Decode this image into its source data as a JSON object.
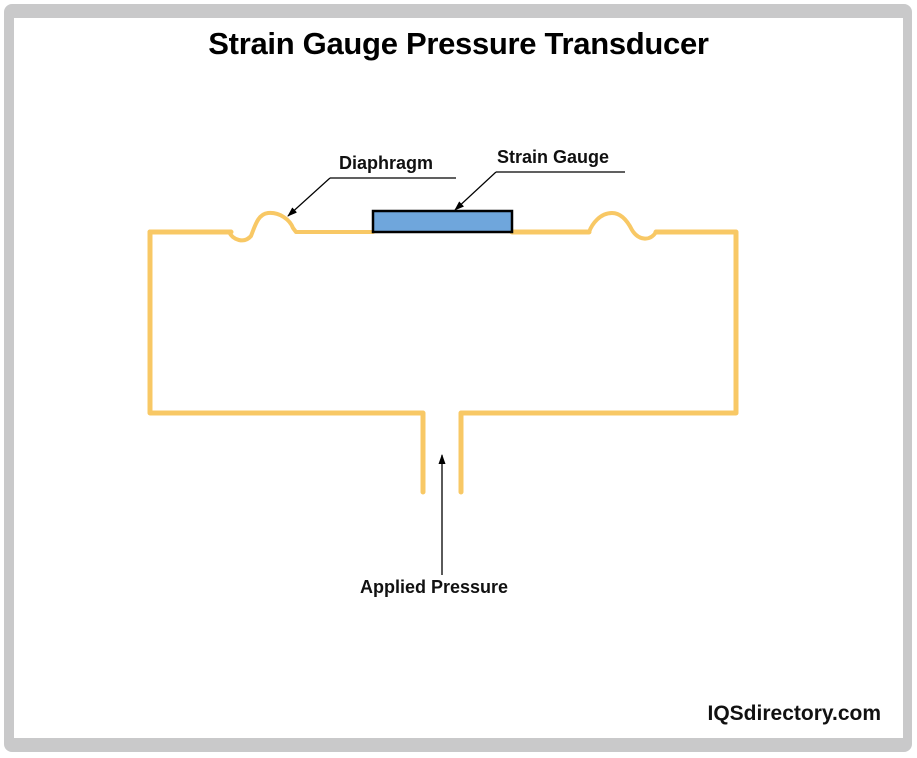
{
  "diagram": {
    "title": "Strain Gauge Pressure Transducer",
    "labels": {
      "diaphragm": "Diaphragm",
      "strain_gauge": "Strain Gauge",
      "applied_pressure": "Applied Pressure"
    },
    "credit": "IQSdirectory.com",
    "colors": {
      "frame": "#c9c9ca",
      "housing_outline": "#f8c865",
      "strain_gauge_fill": "#6fa6dc",
      "strain_gauge_stroke": "#000000",
      "leader_lines": "#000000"
    }
  }
}
